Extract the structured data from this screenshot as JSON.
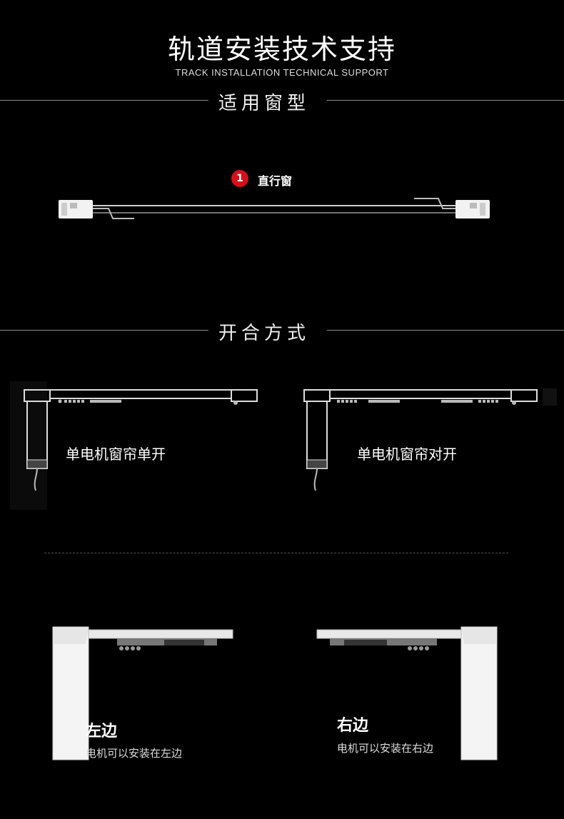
{
  "header": {
    "title_cn": "轨道安装技术支持",
    "title_en": "TRACK INSTALLATION TECHNICAL SUPPORT"
  },
  "section_window": {
    "heading": "适用窗型",
    "item_number": "1",
    "item_label": "直行窗"
  },
  "section_opening": {
    "heading": "开合方式",
    "left_caption": "单电机窗帘单开",
    "right_caption": "单电机窗帘对开"
  },
  "section_motor": {
    "left_title": "左边",
    "left_desc": "电机可以安装在左边",
    "right_title": "右边",
    "right_desc": "电机可以安装在右边"
  }
}
